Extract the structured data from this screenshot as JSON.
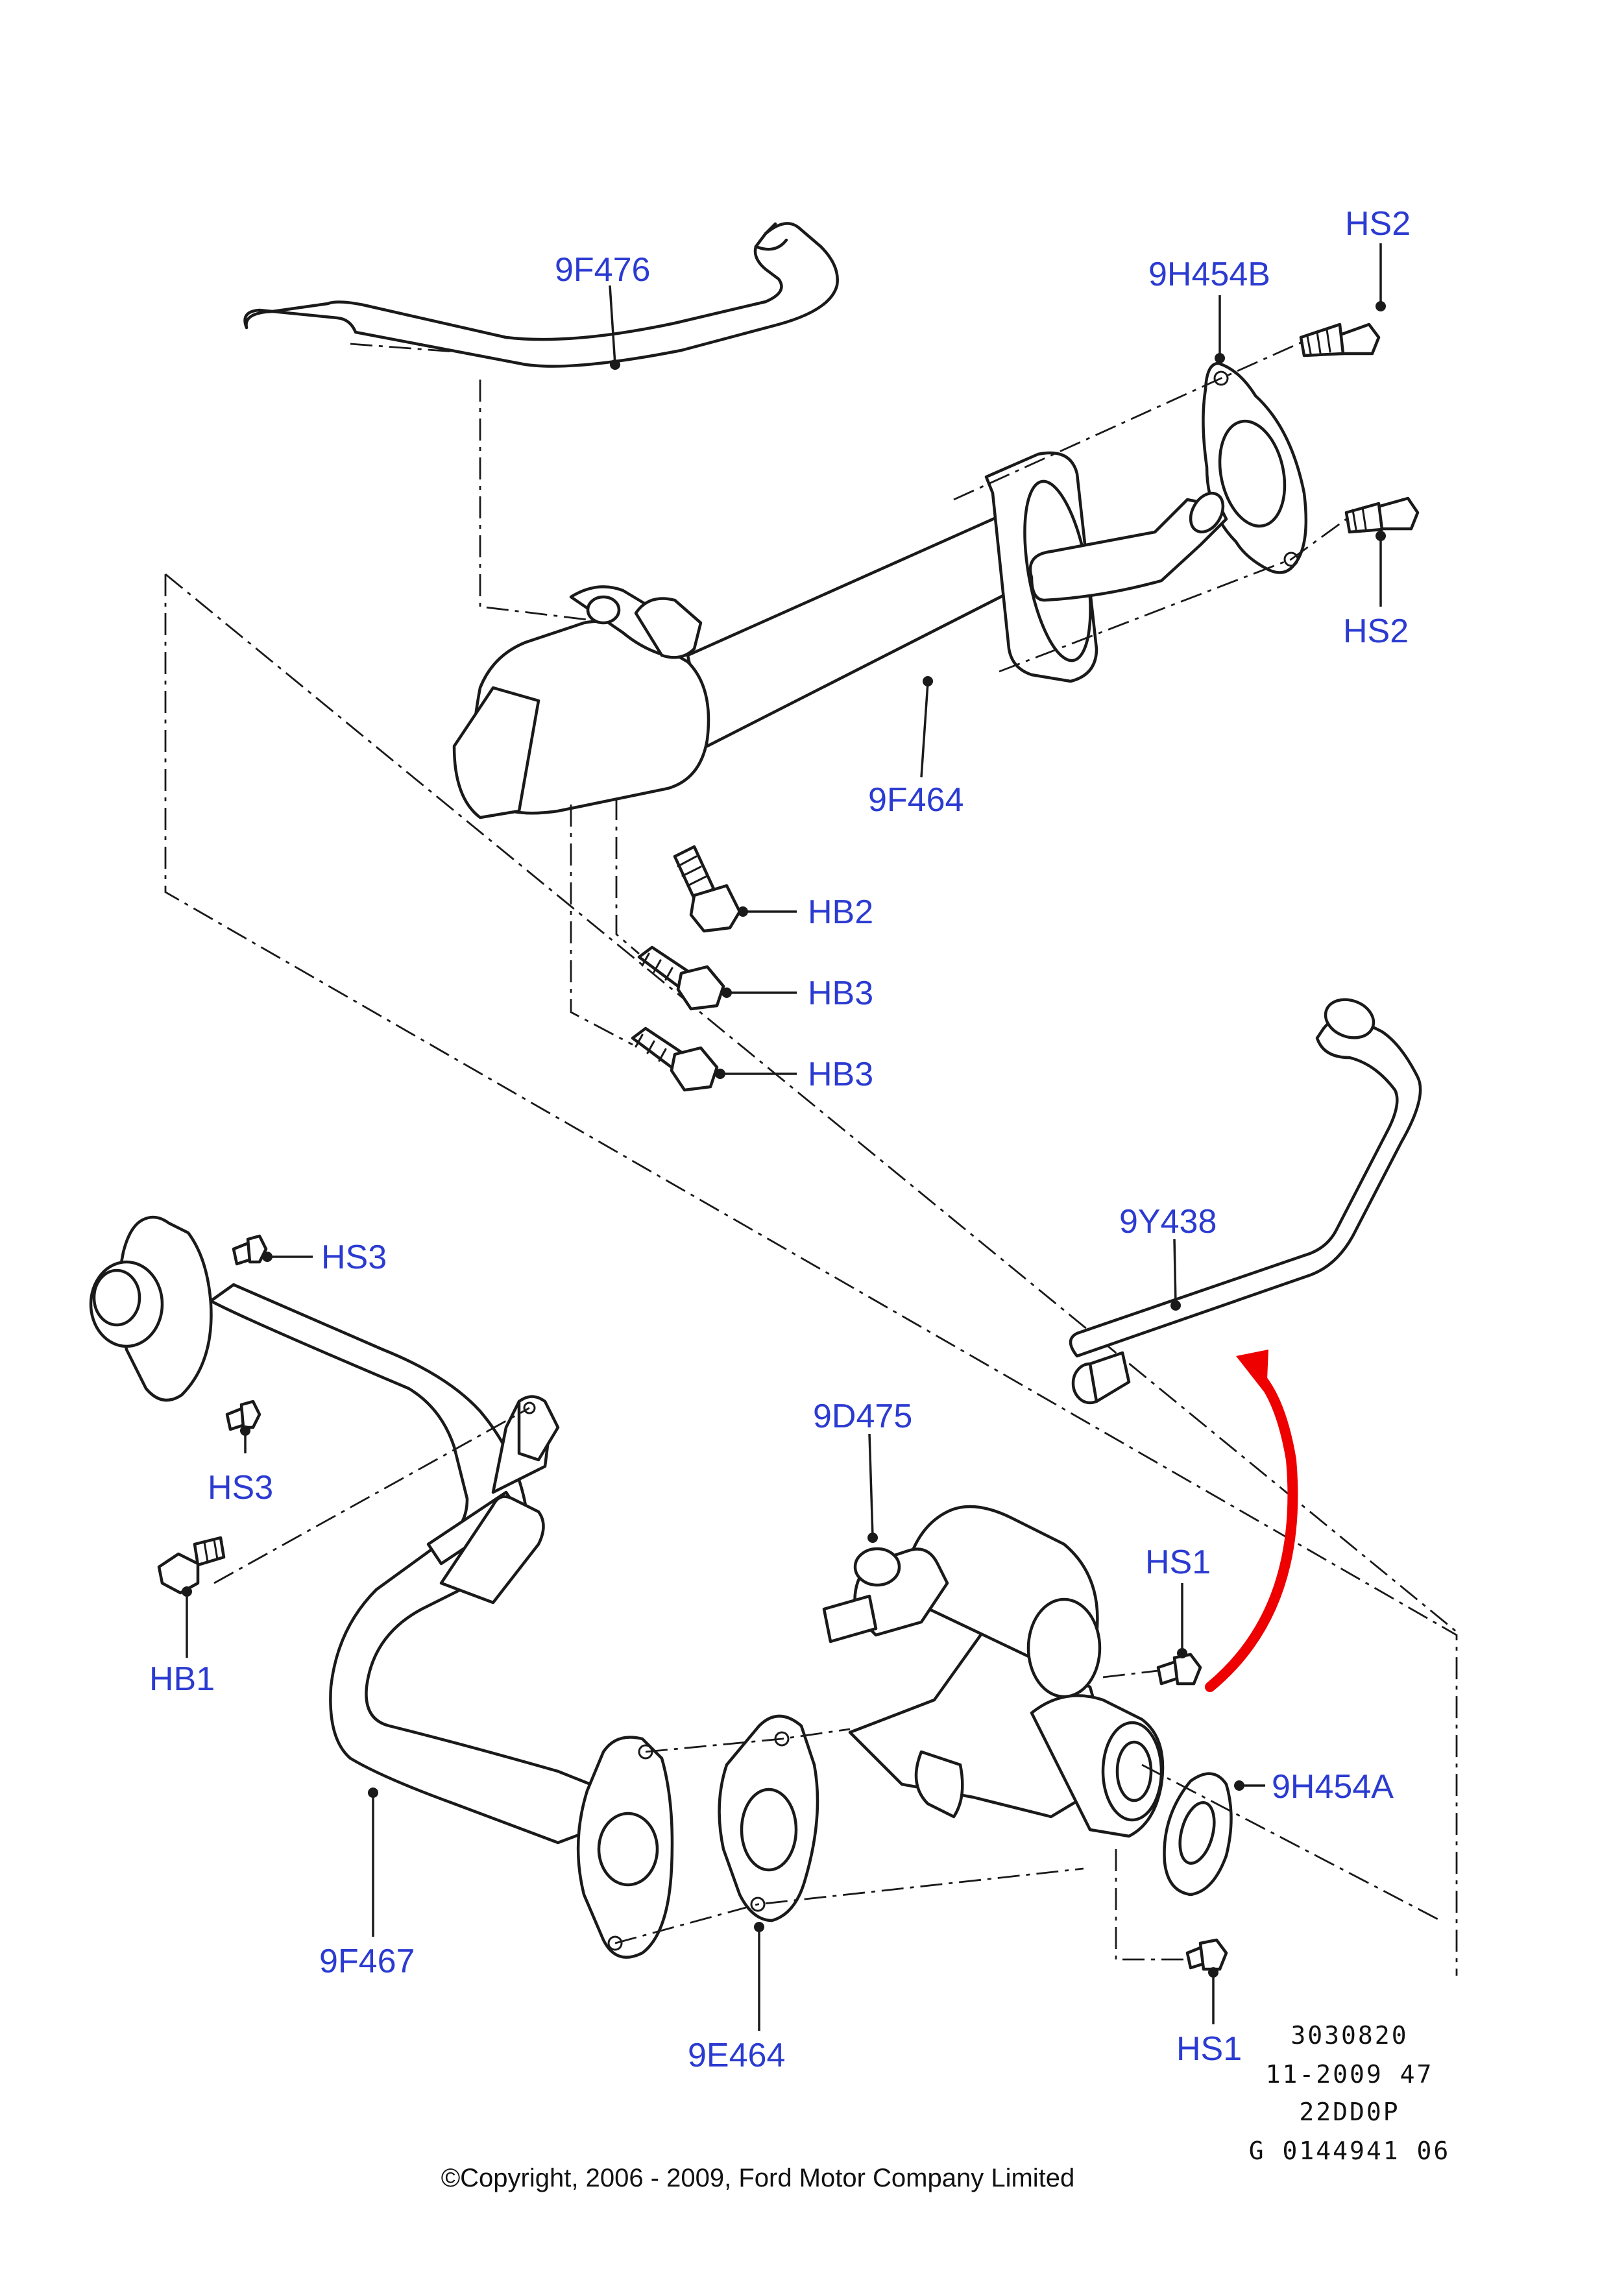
{
  "callouts": {
    "p9F476": "9F476",
    "p9H454B": "9H454B",
    "hs2_top": "HS2",
    "hs2_bottom": "HS2",
    "p9F464": "9F464",
    "hb2": "HB2",
    "hb3_a": "HB3",
    "hb3_b": "HB3",
    "p9Y438": "9Y438",
    "hs3_a": "HS3",
    "hs3_b": "HS3",
    "p9D475": "9D475",
    "hs1_a": "HS1",
    "hb1": "HB1",
    "p9H454A": "9H454A",
    "p9F467": "9F467",
    "p9E464": "9E464",
    "hs1_b": "HS1"
  },
  "reference": {
    "line1": "3030820",
    "line2": "11-2009 47",
    "line3": "22DD0P",
    "line4": "G 0144941 06"
  },
  "copyright": "©Copyright, 2006 - 2009, Ford Motor Company Limited",
  "colors": {
    "callout_text": "#2b3bd1",
    "arrow": "#ee0000",
    "line": "#1a1a1a"
  }
}
